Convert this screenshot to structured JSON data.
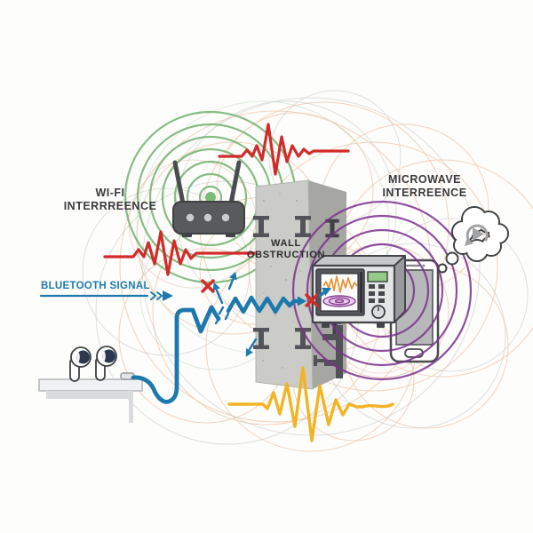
{
  "title": "Bluetooth signal interference diagram",
  "labels": {
    "wifi": {
      "line1": "WI-FI",
      "line2": "INTERRREENCE"
    },
    "microwave": {
      "line1": "MICROWAVE",
      "line2": "INTERREENCE"
    },
    "wall": {
      "line1": "WALL",
      "line2": "OBSTRUCTION"
    },
    "bluetooth": {
      "text": "BLUETOOTH SIGNAL"
    }
  },
  "colors": {
    "bluetooth_blue": "#1b79ae",
    "wifi_green": "#69ae67",
    "wifi_green_dot": "#7cbd76",
    "interference_red": "#d22b28",
    "microwave_purple": "#7c3190",
    "noise_yellow": "#f2b424",
    "background_orange": "#eaa87c",
    "display_green": "#92ca86",
    "wall_gray": "#cbcbc8",
    "text_dark": "#3a3a3c"
  },
  "icons": {
    "router-icon": "wi-fi router with two antennas and led lights",
    "wifi-signal-rings": "green concentric broadcast rings",
    "earbud-icon": "wireless earbud on table",
    "smartphone-icon": "smartphone with blank screen",
    "microwave-icon": "microwave oven with rotating plate",
    "microwave-signal-rings": "purple concentric interference rings",
    "thought-bubble-icon": "thought cloud",
    "replay-icon": "play triangle with circular retry arrow",
    "rebar-icon": "steel I-beam section inside concrete wall",
    "mount-clamp-icon": "wall mounting clamp",
    "x-mark-icon": "red blocked-signal cross",
    "arrow-icon": "blue signal direction arrow"
  }
}
